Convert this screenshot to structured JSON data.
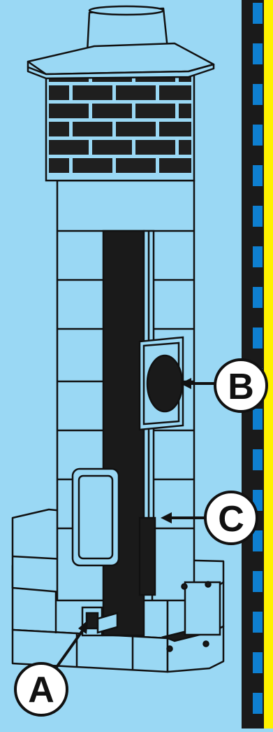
{
  "labels": {
    "a": "A",
    "b": "B",
    "c": "C"
  },
  "colors": {
    "background": "#9ad8f4",
    "brick_fill": "#1f1f1f",
    "flue_fill": "#1a1a1a",
    "outline": "#111111",
    "stripe_dark": "#1a1a1a",
    "stripe_blue": "#0e7fd0",
    "stripe_yellow": "#fff200"
  }
}
